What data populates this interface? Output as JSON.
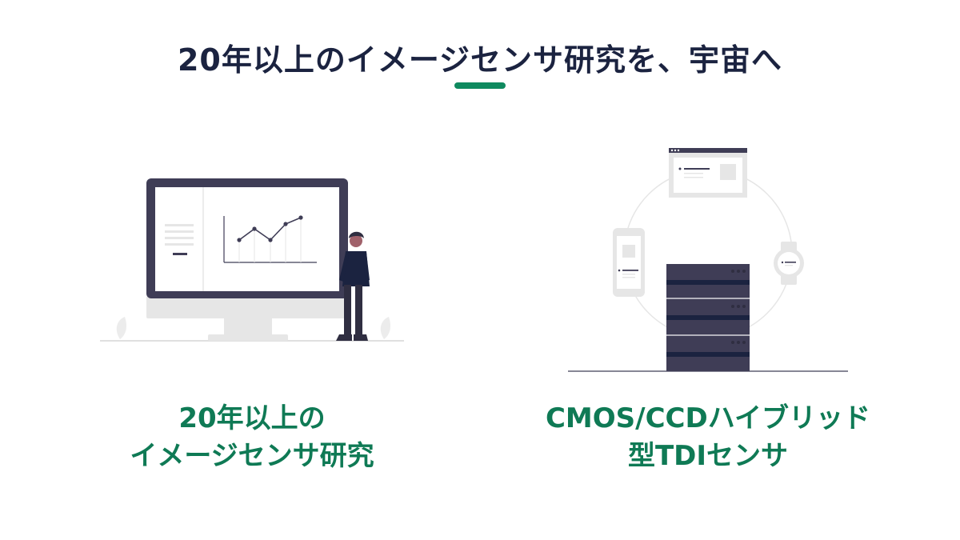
{
  "header": {
    "title": "20年以上のイメージセンサ研究を、宇宙へ",
    "accent_color": "#0f8a5f",
    "title_color": "#1b2340"
  },
  "features": [
    {
      "illustration": "monitor-with-chart-and-person",
      "caption_lines": [
        "20年以上の",
        "イメージセンサ研究"
      ]
    },
    {
      "illustration": "server-rack-with-connected-devices",
      "caption_lines": [
        "CMOS/CCDハイブリッド",
        "型TDIセンサ"
      ]
    }
  ],
  "colors": {
    "caption": "#0f7a55",
    "dark": "#3f3d56",
    "light_gray": "#e6e6e6"
  }
}
